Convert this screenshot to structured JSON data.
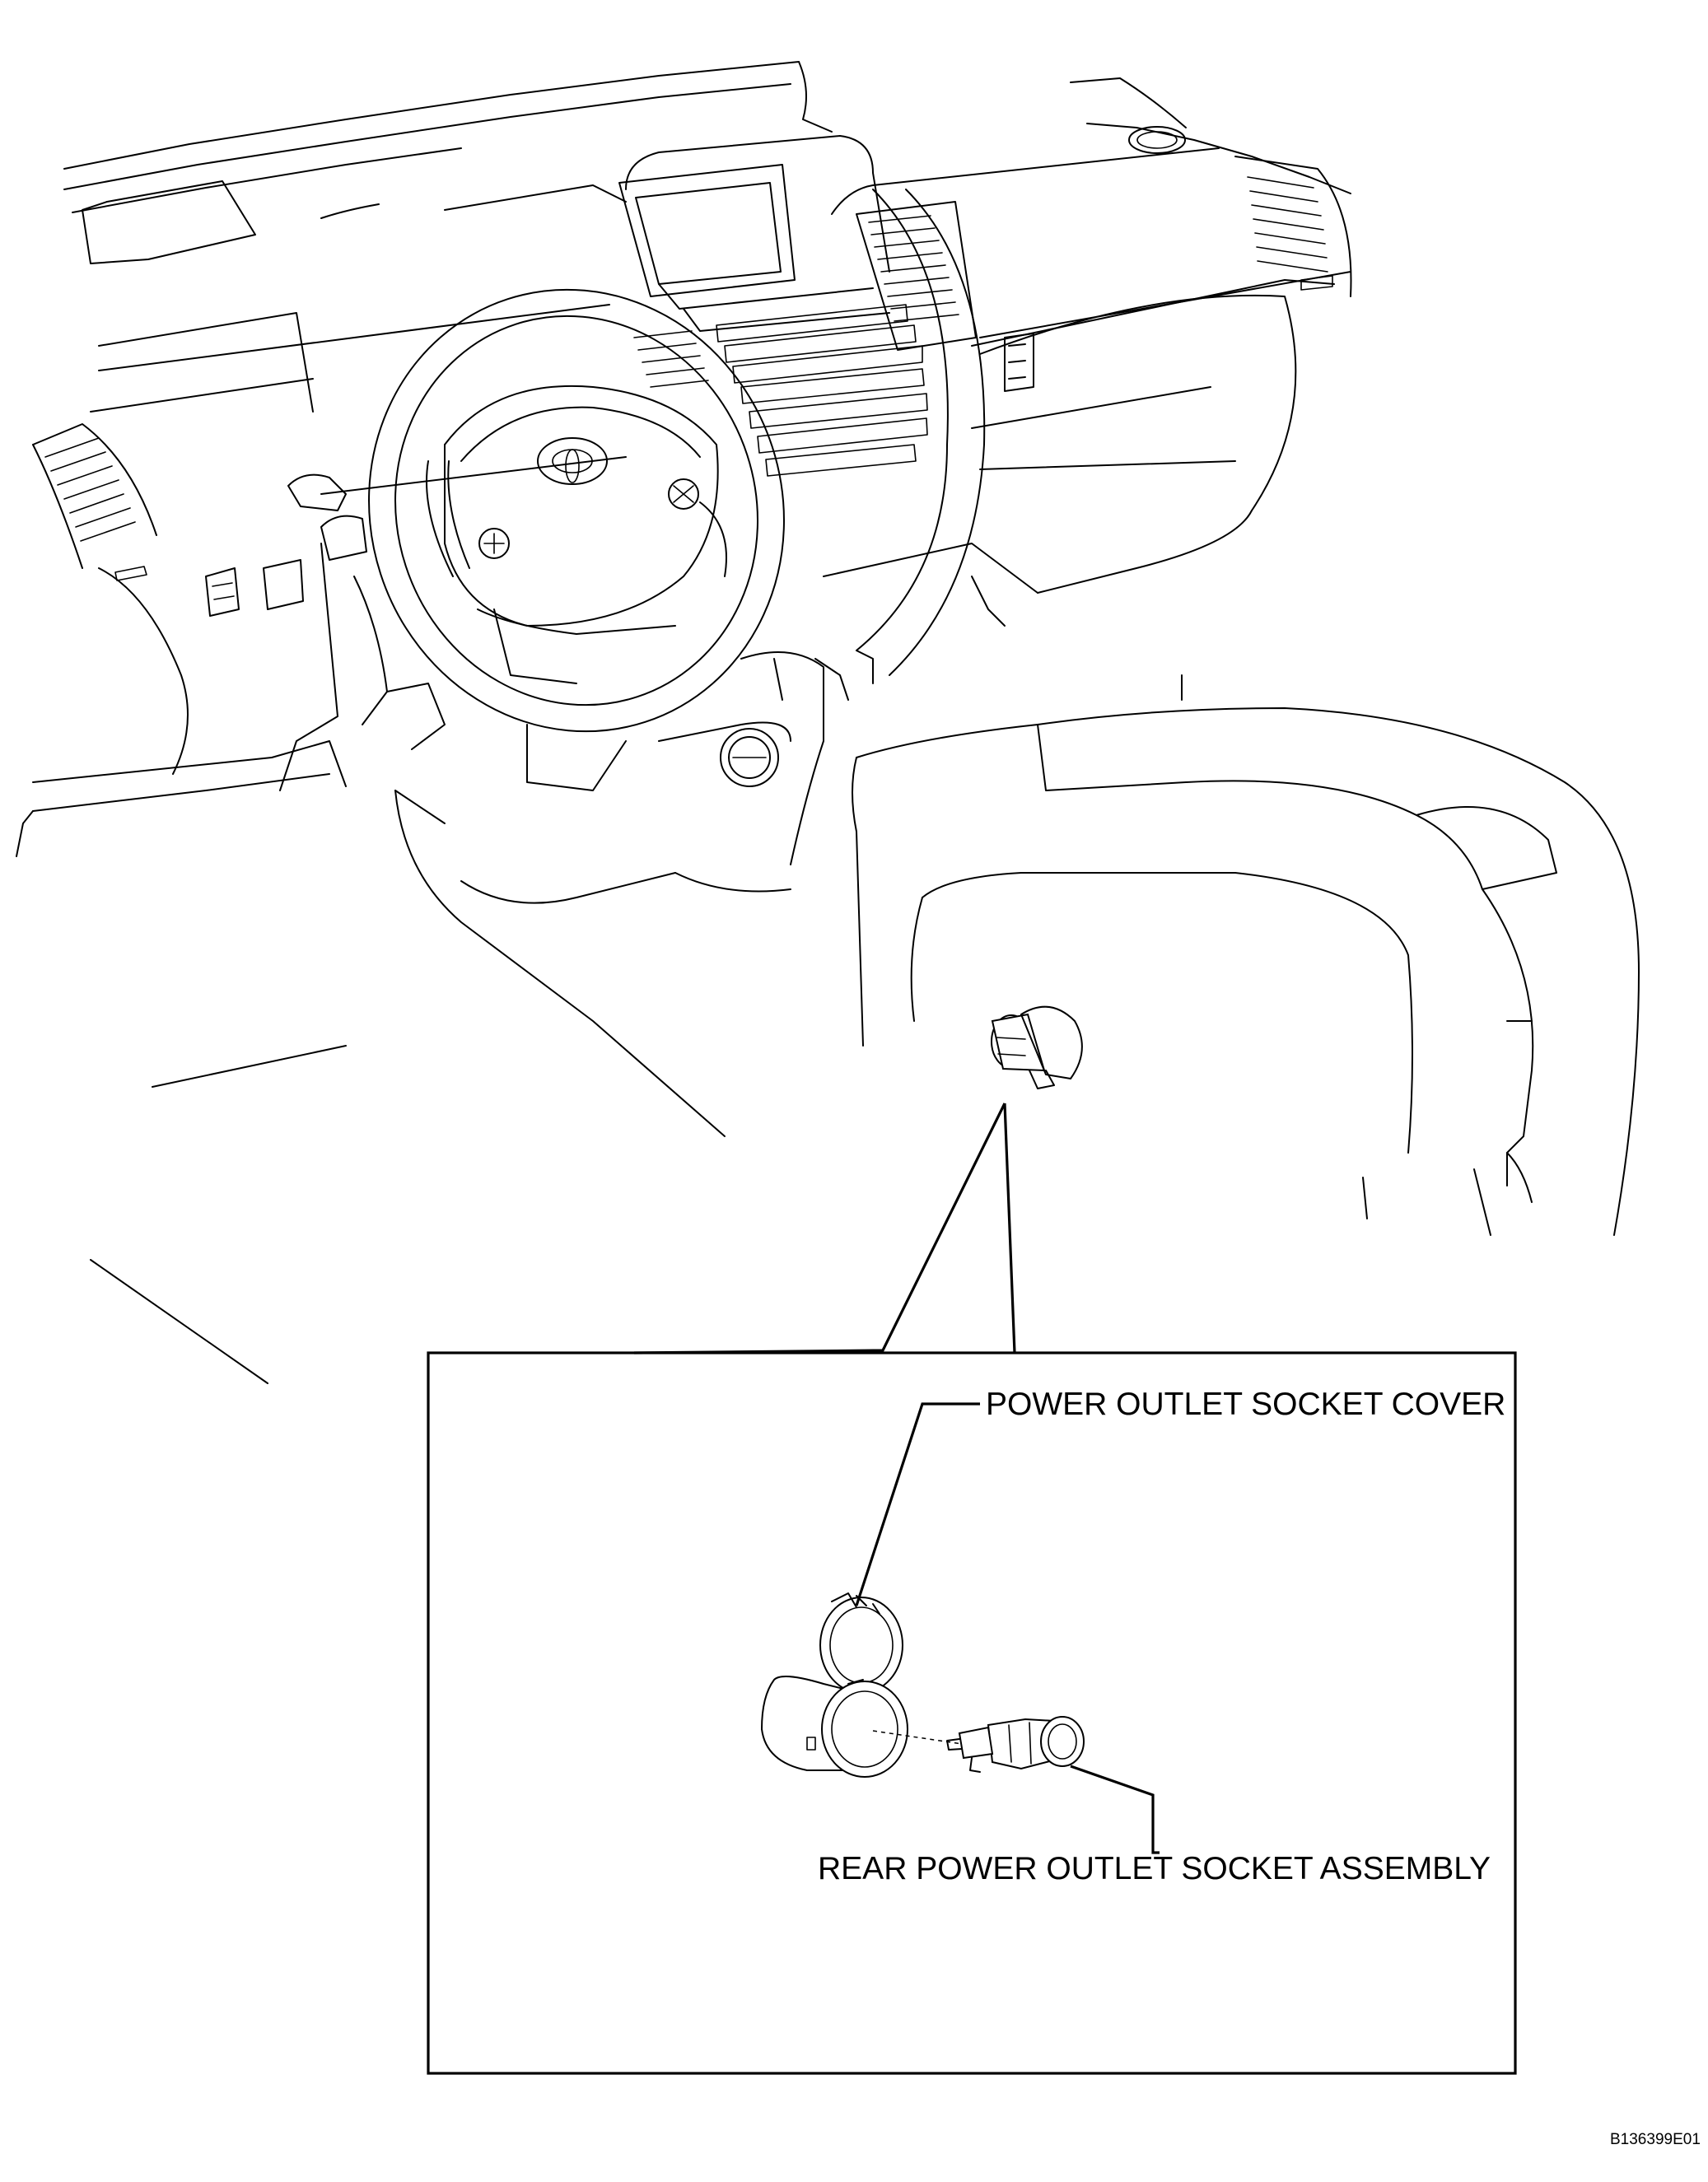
{
  "figure": {
    "callouts": {
      "socket_cover": "POWER OUTLET SOCKET COVER",
      "socket_assembly": "REAR POWER OUTLET SOCKET ASSEMBLY"
    },
    "figure_id": "B136399E01"
  }
}
